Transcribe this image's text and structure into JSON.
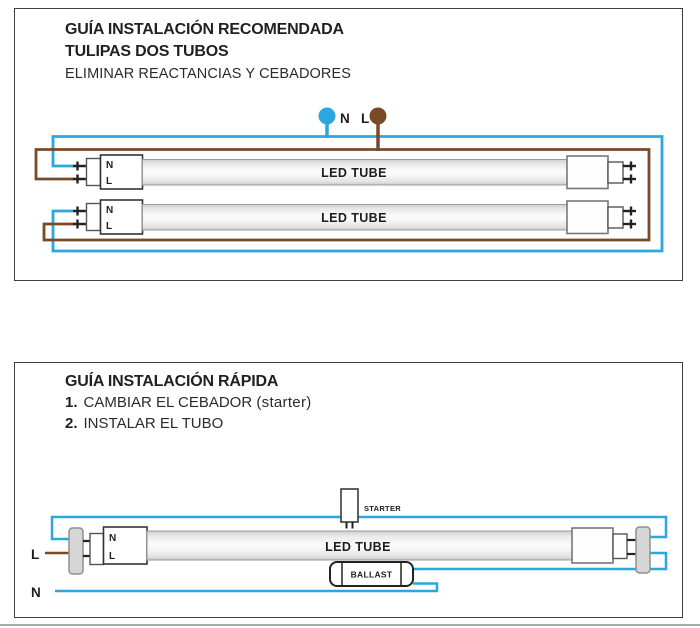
{
  "colors": {
    "neutral_wire": "#29a7de",
    "line_wire": "#7a4a27",
    "tube_border": "#9a9a9a",
    "holder_fill": "#d6d6d6"
  },
  "panel1": {
    "title_line1": "GUÍA INSTALACIÓN RECOMENDADA",
    "title_line2": "TULIPAS DOS TUBOS",
    "subtitle": "ELIMINAR REACTANCIAS Y CEBADORES",
    "supply_neutral_label": "N",
    "supply_line_label": "L",
    "tube_label": "LED TUBE",
    "socket_pin_top": "N",
    "socket_pin_bottom": "L"
  },
  "panel2": {
    "title": "GUÍA INSTALACIÓN RÁPIDA",
    "steps": [
      {
        "num": "1.",
        "text": "CAMBIAR EL CEBADOR",
        "note": "(starter)"
      },
      {
        "num": "2.",
        "text": "INSTALAR EL TUBO",
        "note": ""
      }
    ],
    "starter_label": "STARTER",
    "ballast_label": "BALLAST",
    "tube_label": "LED TUBE",
    "socket_pin_top": "N",
    "socket_pin_bottom": "L",
    "terminal_line_label": "L",
    "terminal_neutral_label": "N"
  }
}
